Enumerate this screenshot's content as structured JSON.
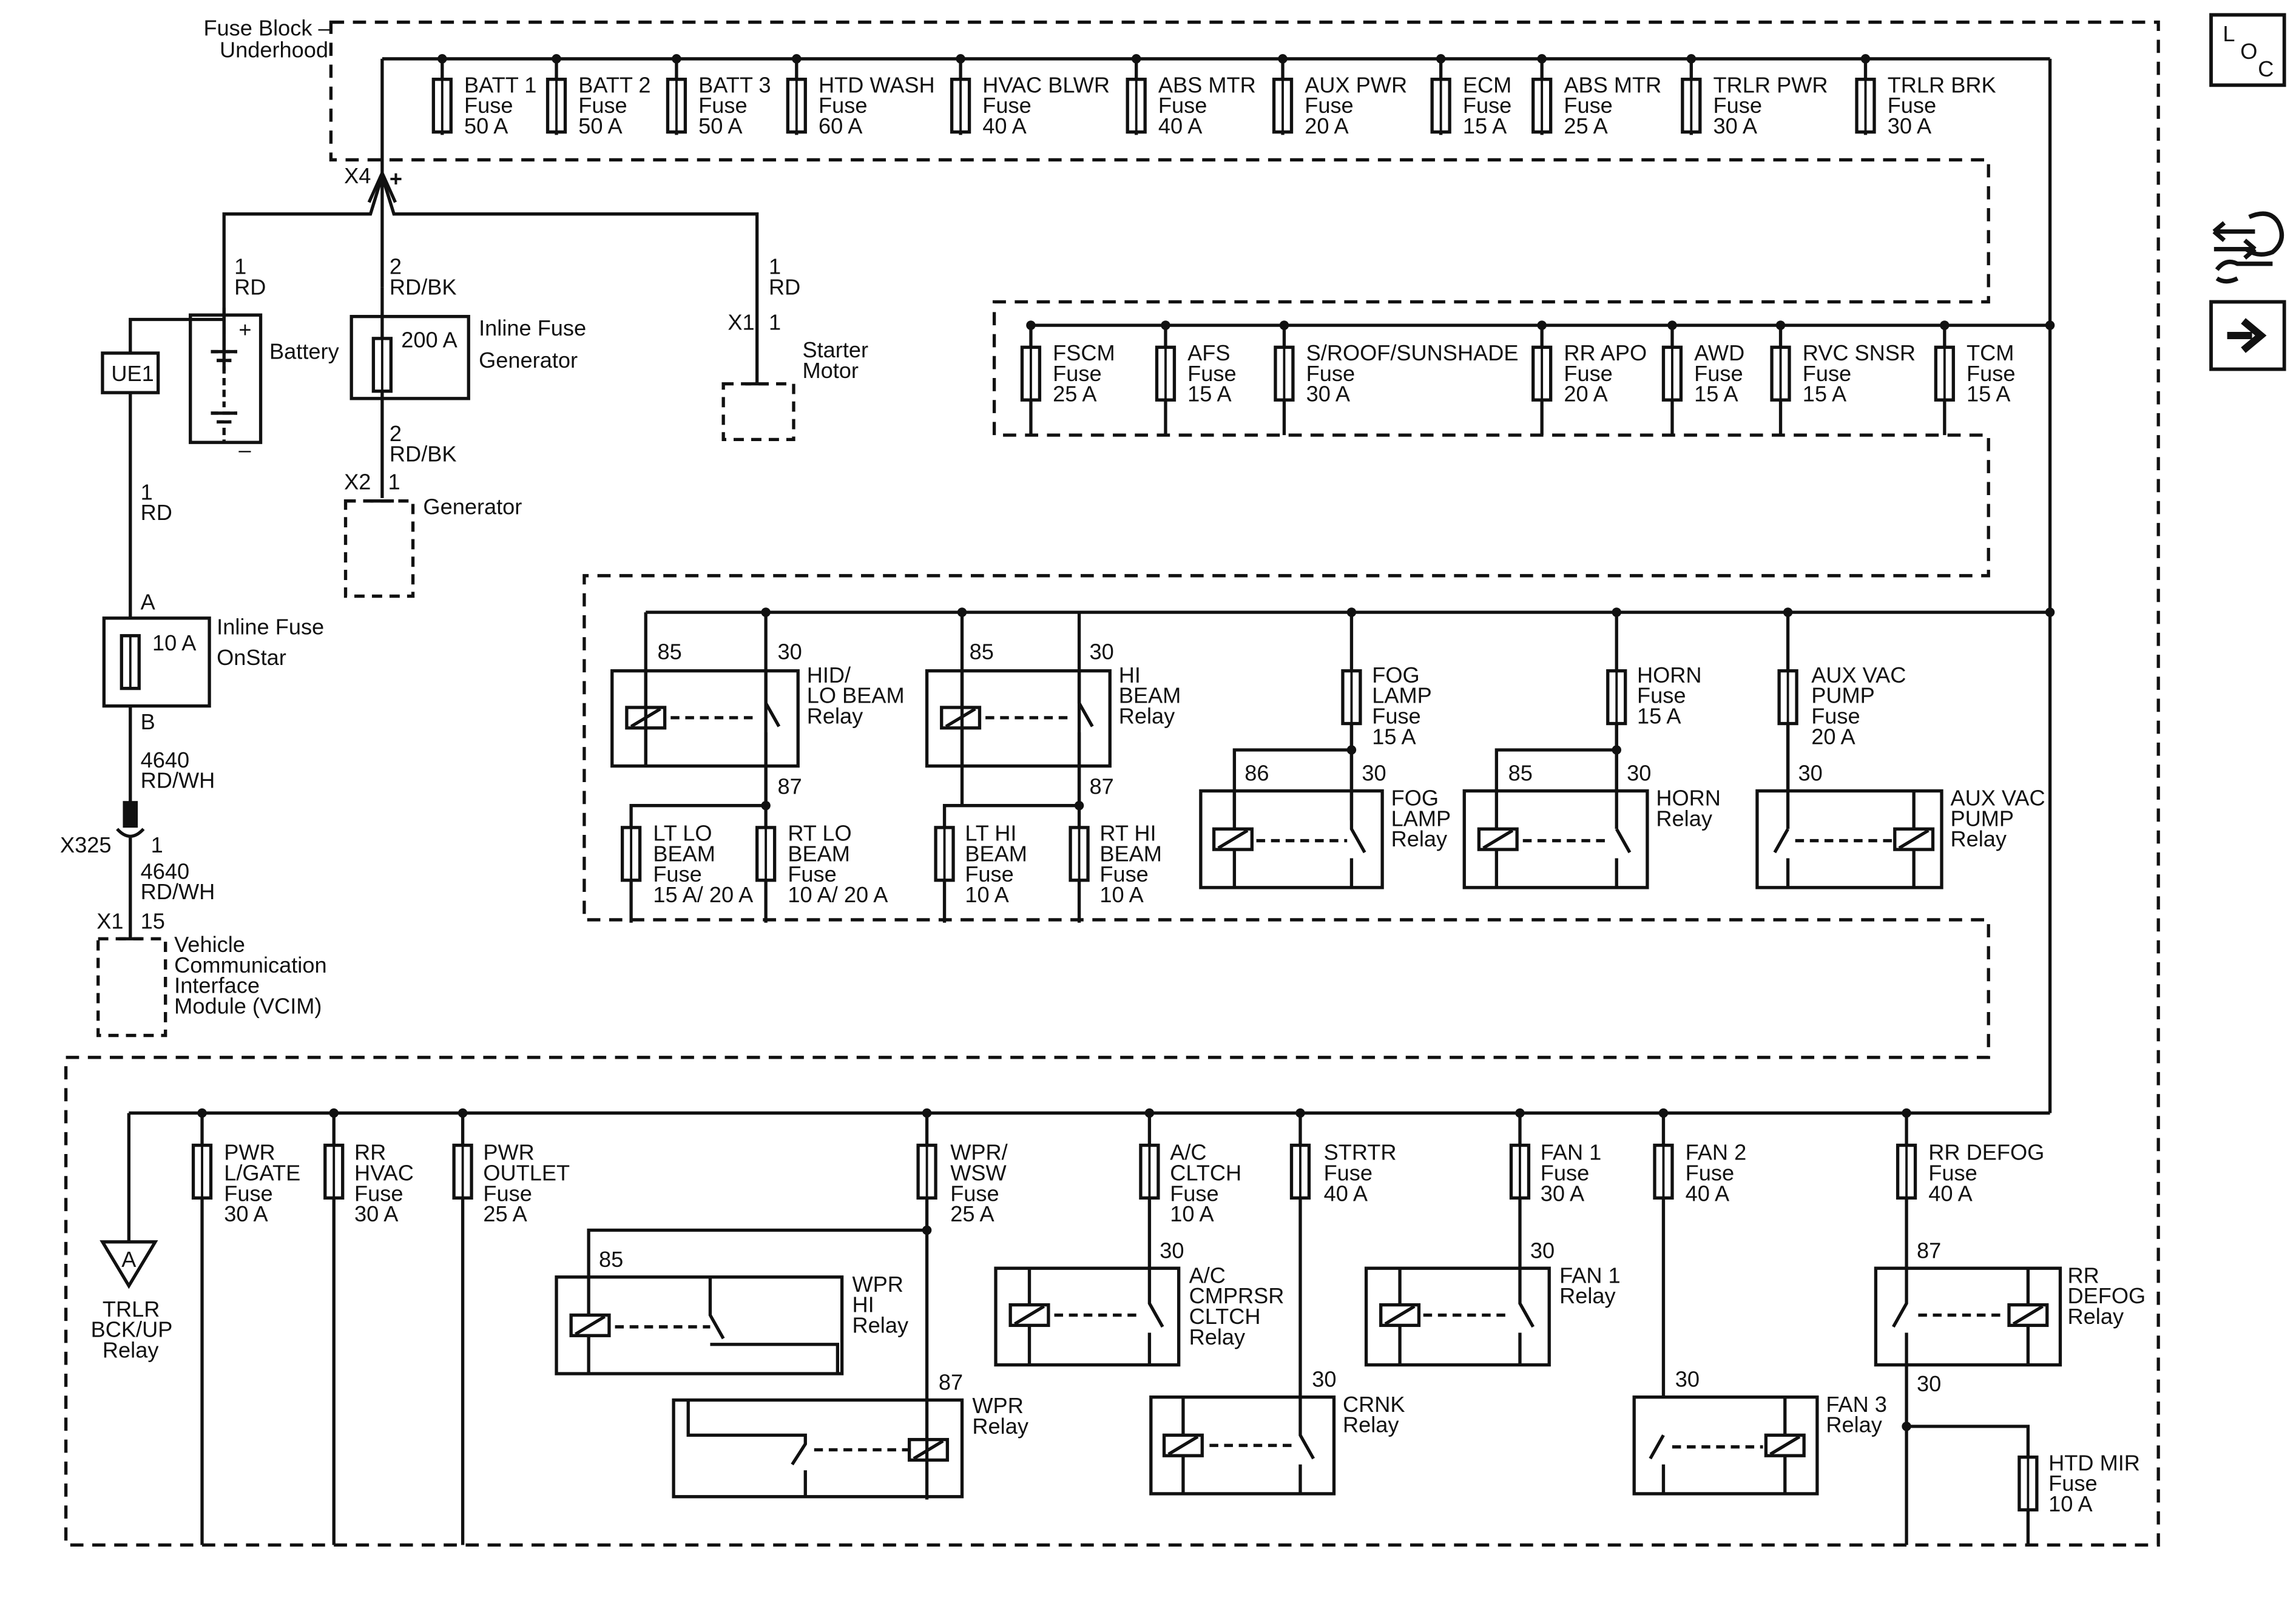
{
  "fuse_block": {
    "title_line1": "Fuse Block –",
    "title_line2": "Underhood",
    "conn": "X4",
    "plus": "+"
  },
  "loc_icon": {
    "l": "L",
    "o": "O",
    "c": "C"
  },
  "icons": {
    "tools": "connector-tools-icon",
    "next": "next-arrow-icon"
  },
  "row1_fuses": [
    {
      "name": "BATT 1",
      "type": "Fuse",
      "rating": "50 A"
    },
    {
      "name": "BATT 2",
      "type": "Fuse",
      "rating": "50 A"
    },
    {
      "name": "BATT 3",
      "type": "Fuse",
      "rating": "50 A"
    },
    {
      "name": "HTD WASH",
      "type": "Fuse",
      "rating": "60 A"
    },
    {
      "name": "HVAC BLWR",
      "type": "Fuse",
      "rating": "40 A"
    },
    {
      "name": "ABS MTR",
      "type": "Fuse",
      "rating": "40 A"
    },
    {
      "name": "AUX PWR",
      "type": "Fuse",
      "rating": "20 A"
    },
    {
      "name": "ECM",
      "type": "Fuse",
      "rating": "15 A"
    },
    {
      "name": "ABS MTR",
      "type": "Fuse",
      "rating": "25 A"
    },
    {
      "name": "TRLR PWR",
      "type": "Fuse",
      "rating": "30 A"
    },
    {
      "name": "TRLR BRK",
      "type": "Fuse",
      "rating": "30 A"
    }
  ],
  "row2_fuses": [
    {
      "name": "FSCM",
      "type": "Fuse",
      "rating": "25 A"
    },
    {
      "name": "AFS",
      "type": "Fuse",
      "rating": "15 A"
    },
    {
      "name": "S/ROOF/SUNSHADE",
      "type": "Fuse",
      "rating": "30 A"
    },
    {
      "name": "RR APO",
      "type": "Fuse",
      "rating": "20 A"
    },
    {
      "name": "AWD",
      "type": "Fuse",
      "rating": "15 A"
    },
    {
      "name": "RVC SNSR",
      "type": "Fuse",
      "rating": "15 A"
    },
    {
      "name": "TCM",
      "type": "Fuse",
      "rating": "15 A"
    }
  ],
  "left": {
    "wire_battery": {
      "num": "1",
      "color": "RD"
    },
    "wire_gen_top": {
      "num": "2",
      "color": "RD/BK"
    },
    "wire_starter": {
      "num": "1",
      "color": "RD"
    },
    "battery": {
      "name": "Battery",
      "plus": "+",
      "minus": "–"
    },
    "ue1": "UE1",
    "inline_gen": {
      "rating": "200 A",
      "line1": "Inline Fuse",
      "line2": "Generator"
    },
    "wire_gen_bot": {
      "num": "2",
      "color": "RD/BK"
    },
    "generator": {
      "conn": "X2",
      "pin": "1",
      "name": "Generator"
    },
    "starter": {
      "conn": "X1",
      "pin": "1",
      "line1": "Starter",
      "line2": "Motor"
    },
    "wire_onstar": {
      "num": "1",
      "color": "RD"
    },
    "inline_onstar": {
      "pin_a": "A",
      "rating": "10 A",
      "line1": "Inline Fuse",
      "line2": "OnStar",
      "pin_b": "B"
    },
    "wire_4640a": {
      "num": "4640",
      "color": "RD/WH"
    },
    "x325": {
      "conn": "X325",
      "pin": "1"
    },
    "wire_4640b": {
      "num": "4640",
      "color": "RD/WH"
    },
    "vcim": {
      "conn": "X1",
      "pin": "15",
      "line1": "Vehicle",
      "line2": "Communication",
      "line3": "Interface",
      "line4": "Module (VCIM)"
    }
  },
  "section3": {
    "hid_relay": {
      "p85": "85",
      "p30": "30",
      "p87": "87",
      "line1": "HID/",
      "line2": "LO BEAM",
      "line3": "Relay"
    },
    "hi_relay": {
      "p85": "85",
      "p30": "30",
      "p87": "87",
      "line1": "HI",
      "line2": "BEAM",
      "line3": "Relay"
    },
    "lt_lo": {
      "line1": "LT LO",
      "line2": "BEAM",
      "line3": "Fuse",
      "line4": "15 A/ 20 A"
    },
    "rt_lo": {
      "line1": "RT LO",
      "line2": "BEAM",
      "line3": "Fuse",
      "line4": "10 A/ 20 A"
    },
    "lt_hi": {
      "line1": "LT HI",
      "line2": "BEAM",
      "line3": "Fuse",
      "line4": "10 A"
    },
    "rt_hi": {
      "line1": "RT HI",
      "line2": "BEAM",
      "line3": "Fuse",
      "line4": "10 A"
    },
    "fog_fuse": {
      "line1": "FOG",
      "line2": "LAMP",
      "line3": "Fuse",
      "line4": "15 A"
    },
    "fog_relay": {
      "p86": "86",
      "p30": "30",
      "line1": "FOG",
      "line2": "LAMP",
      "line3": "Relay"
    },
    "horn_fuse": {
      "line1": "HORN",
      "line2": "Fuse",
      "line3": "15 A"
    },
    "horn_relay": {
      "p85": "85",
      "p30": "30",
      "line1": "HORN",
      "line2": "Relay"
    },
    "auxvac_fuse": {
      "line1": "AUX VAC",
      "line2": "PUMP",
      "line3": "Fuse",
      "line4": "20 A"
    },
    "auxvac_relay": {
      "p30": "30",
      "line1": "AUX VAC",
      "line2": "PUMP",
      "line3": "Relay"
    }
  },
  "section4": {
    "trlr": {
      "symbol": "A",
      "line1": "TRLR",
      "line2": "BCK/UP",
      "line3": "Relay"
    },
    "pwr_lgate": {
      "line1": "PWR",
      "line2": "L/GATE",
      "line3": "Fuse",
      "line4": "30 A"
    },
    "rr_hvac": {
      "line1": "RR",
      "line2": "HVAC",
      "line3": "Fuse",
      "line4": "30 A"
    },
    "pwr_outlet": {
      "line1": "PWR",
      "line2": "OUTLET",
      "line3": "Fuse",
      "line4": "25 A"
    },
    "wpr_wsw": {
      "line1": "WPR/",
      "line2": "WSW",
      "line3": "Fuse",
      "line4": "25 A"
    },
    "wpr_hi": {
      "p85": "85",
      "line1": "WPR",
      "line2": "HI",
      "line3": "Relay"
    },
    "wpr_relay": {
      "p87": "87",
      "line1": "WPR",
      "line2": "Relay"
    },
    "ac_fuse": {
      "line1": "A/C",
      "line2": "CLTCH",
      "line3": "Fuse",
      "line4": "10 A"
    },
    "ac_relay": {
      "p30": "30",
      "line1": "A/C",
      "line2": "CMPRSR",
      "line3": "CLTCH",
      "line4": "Relay"
    },
    "strtr": {
      "line1": "STRTR",
      "line2": "Fuse",
      "line3": "40 A"
    },
    "crnk": {
      "p30": "30",
      "line1": "CRNK",
      "line2": "Relay"
    },
    "fan1_fuse": {
      "line1": "FAN 1",
      "line2": "Fuse",
      "line3": "30 A"
    },
    "fan1_relay": {
      "p30": "30",
      "line1": "FAN 1",
      "line2": "Relay"
    },
    "fan2_fuse": {
      "line1": "FAN 2",
      "line2": "Fuse",
      "line3": "40 A"
    },
    "fan3_relay": {
      "p30": "30",
      "line1": "FAN 3",
      "line2": "Relay"
    },
    "rr_defog_fuse": {
      "line1": "RR DEFOG",
      "line2": "Fuse",
      "line3": "40 A"
    },
    "rr_defog_relay": {
      "p87": "87",
      "p30": "30",
      "line1": "RR",
      "line2": "DEFOG",
      "line3": "Relay"
    },
    "htd_mir": {
      "line1": "HTD MIR",
      "line2": "Fuse",
      "line3": "10 A"
    }
  }
}
